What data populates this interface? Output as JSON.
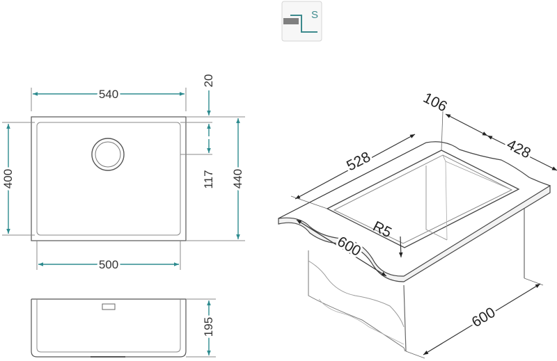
{
  "badge": {
    "label": "S"
  },
  "top_view": {
    "width_outer": "540",
    "width_inner": "500",
    "height_inner": "400",
    "edge_top": "20",
    "drain_offset": "117",
    "height_outer": "440"
  },
  "side_view": {
    "depth": "195"
  },
  "perspective": {
    "edge": "106",
    "bowl_width": "528",
    "bowl_depth": "428",
    "radius": "R5",
    "cabinet_front": "600",
    "cabinet_side": "600"
  },
  "colors": {
    "dimension": "#2e8b8f",
    "outline": "#555555",
    "text": "#333333"
  }
}
